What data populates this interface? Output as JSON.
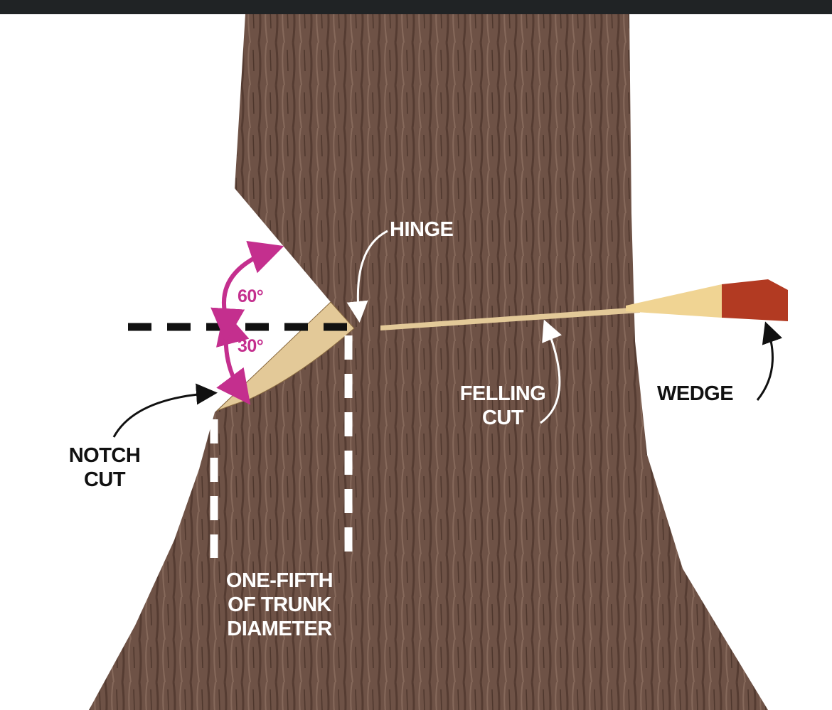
{
  "diagram": {
    "labels": {
      "hinge": "HINGE",
      "angle_top": "60°",
      "angle_bottom": "30°",
      "notch_cut": [
        "NOTCH",
        "CUT"
      ],
      "felling_cut": [
        "FELLING",
        "CUT"
      ],
      "wedge": "WEDGE",
      "one_fifth": [
        "ONE-FIFTH",
        "OF TRUNK",
        "DIAMETER"
      ]
    },
    "colors": {
      "topbar": "#202325",
      "bark": "#6e5246",
      "wood": "#e3c998",
      "wedge_red": "#b23a22",
      "angle_arrows": "#c42f8e"
    }
  }
}
